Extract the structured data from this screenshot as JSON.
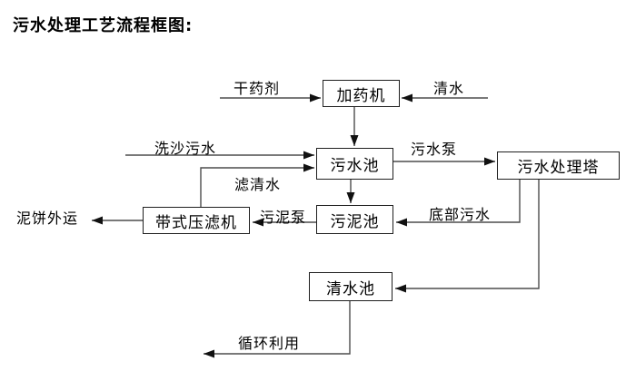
{
  "title": "污水处理工艺流程框图:",
  "nodes": {
    "dosing_machine": "加药机",
    "sewage_pool": "污水池",
    "treatment_tower": "污水处理塔",
    "belt_filter_press": "带式压滤机",
    "sludge_pool": "污泥池",
    "clean_water_pool": "清水池"
  },
  "flow_labels": {
    "dry_chemical": "干药剂",
    "clean_water": "清水",
    "sand_washing_sewage": "洗沙污水",
    "filtered_water": "滤清水",
    "sewage_pump": "污水泵",
    "bottom_sewage": "底部污水",
    "sludge_pump": "污泥泵",
    "mud_cake_out": "泥饼外运",
    "recycle": "循环利用"
  },
  "colors": {
    "background": "#ffffff",
    "line": "#4d4d4d",
    "arrowhead": "#111111",
    "box_border": "#1f1f1f",
    "text": "#000000"
  }
}
